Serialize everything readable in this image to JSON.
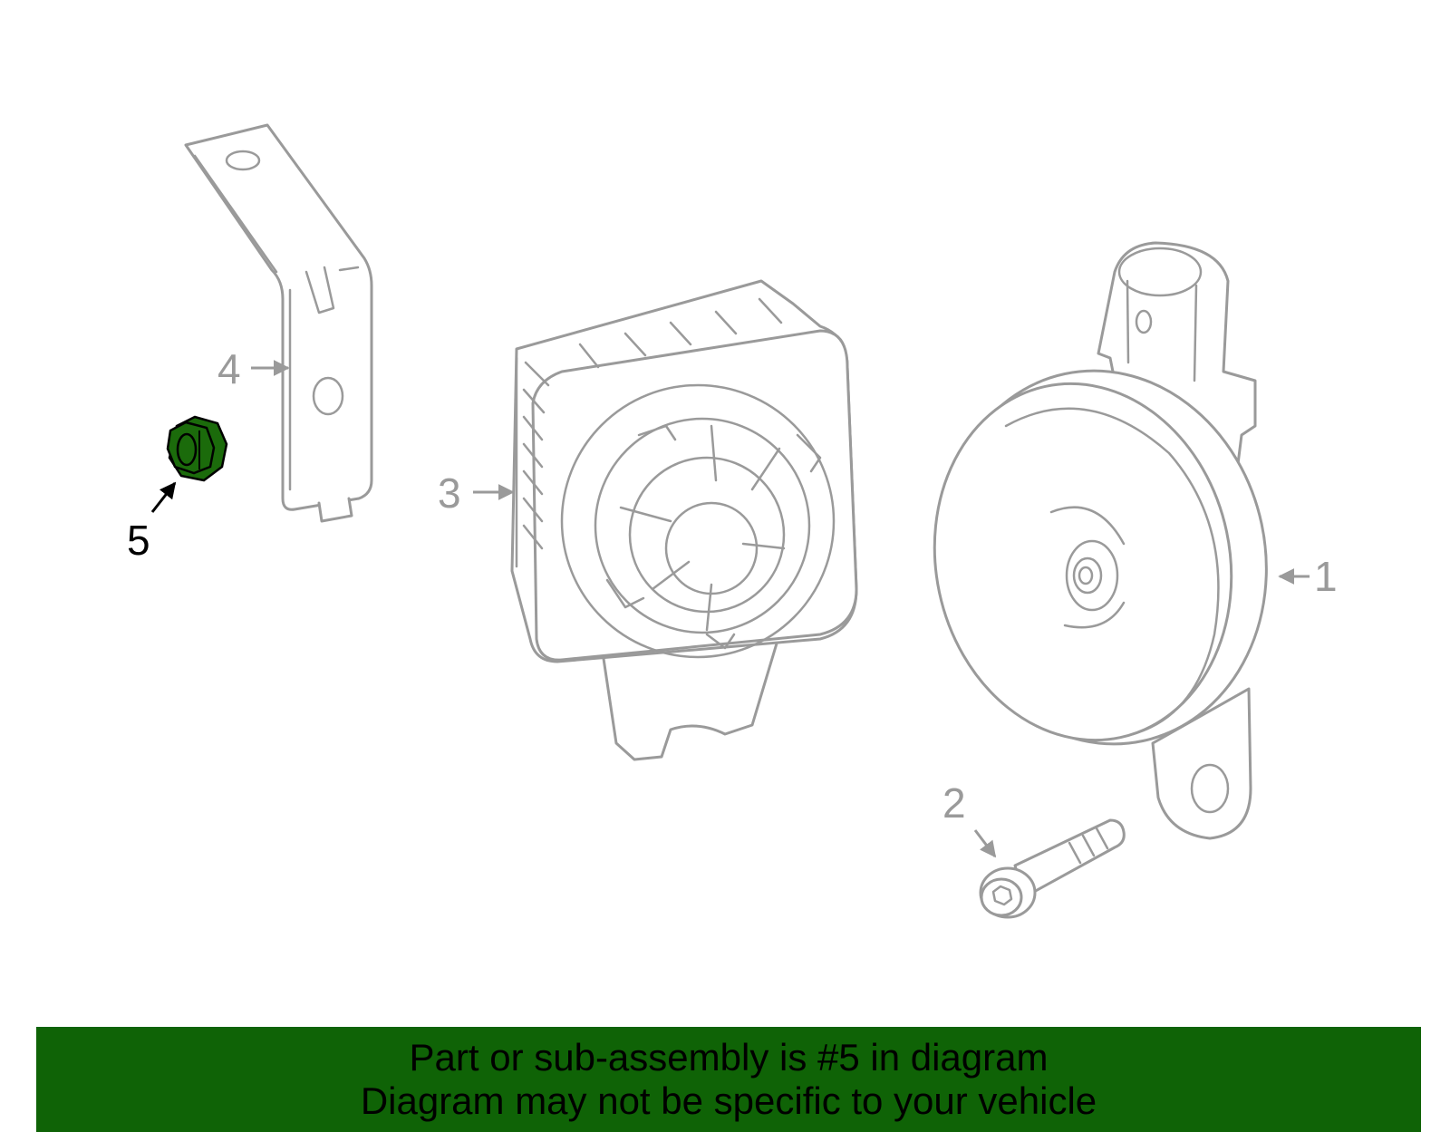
{
  "diagram": {
    "highlight_color": "#1b6b0b",
    "banner_color": "#0f6306",
    "parts": [
      {
        "number": "1",
        "name": "horn"
      },
      {
        "number": "2",
        "name": "bolt"
      },
      {
        "number": "3",
        "name": "speaker"
      },
      {
        "number": "4",
        "name": "bracket"
      },
      {
        "number": "5",
        "name": "nut",
        "highlighted": true
      }
    ]
  },
  "banner": {
    "line1": "Part or sub-assembly is #5 in diagram",
    "line2": "Diagram may not be specific to your vehicle"
  }
}
